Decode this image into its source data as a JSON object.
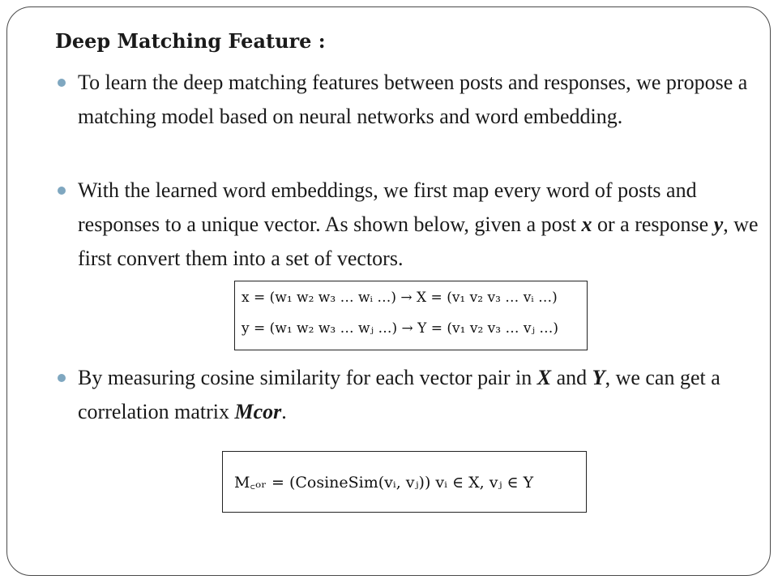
{
  "slide": {
    "heading": "Deep Matching Feature :",
    "bullets": [
      {
        "text": "To learn the deep matching features between posts and responses, we propose a matching model based on neural networks and word embedding."
      },
      {
        "text_part1": "With the learned word embeddings, we first map every word of posts and responses to a unique vector. As shown below, given a post ",
        "var_x": "x",
        "text_part2": " or a response ",
        "var_y": "y",
        "text_part3": ", we first convert them into a set of vectors."
      },
      {
        "text_part1": "By measuring cosine similarity for each vector pair in ",
        "var_X": "X",
        "text_part2": " and ",
        "var_Y": "Y",
        "text_part3": ", we can get a correlation matrix ",
        "var_Mcor": "Mcor",
        "text_part4": "."
      }
    ],
    "formula1": {
      "line1": "x = (w₁ w₂ w₃ … wᵢ …) → X = (v₁ v₂ v₃ … vᵢ …)",
      "line2": "y = (w₁ w₂ w₃ … wⱼ …) → Y = (v₁ v₂ v₃ … vⱼ …)"
    },
    "formula2": {
      "text": "M꜀ₒᵣ = (CosineSim(vᵢ, vⱼ))  vᵢ ∈ X, vⱼ ∈ Y"
    },
    "colors": {
      "bullet": "#7fa7c0",
      "frame": "#4a4a4a",
      "text": "#1a1a1a"
    }
  }
}
